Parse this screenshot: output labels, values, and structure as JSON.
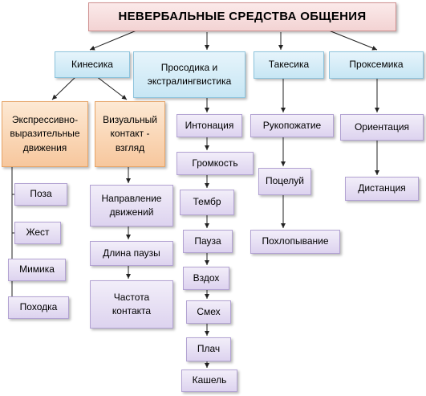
{
  "title": "НЕВЕРБАЛЬНЫЕ СРЕДСТВА ОБЩЕНИЯ",
  "categories": {
    "kinesics": "Кинесика",
    "prosody": "Просодика и экстралингвистика",
    "takesics": "Такесика",
    "proxemics": "Проксемика"
  },
  "kinesics": {
    "expressive": "Экспрессивно-выразительные движения",
    "visual": "Визуальный контакт - взгляд",
    "expressive_items": [
      "Поза",
      "Жест",
      "Мимика",
      "Походка"
    ],
    "visual_items": [
      "Направление движений",
      "Длина паузы",
      "Частота контакта"
    ]
  },
  "prosody_items": [
    "Интонация",
    "Громкость",
    "Тембр",
    "Пауза",
    "Вздох",
    "Смех",
    "Плач",
    "Кашель"
  ],
  "takesics_items": [
    "Рукопожатие",
    "Поцелуй",
    "Похлопывание"
  ],
  "proxemics_items": [
    "Ориентация",
    "Дистанция"
  ]
}
